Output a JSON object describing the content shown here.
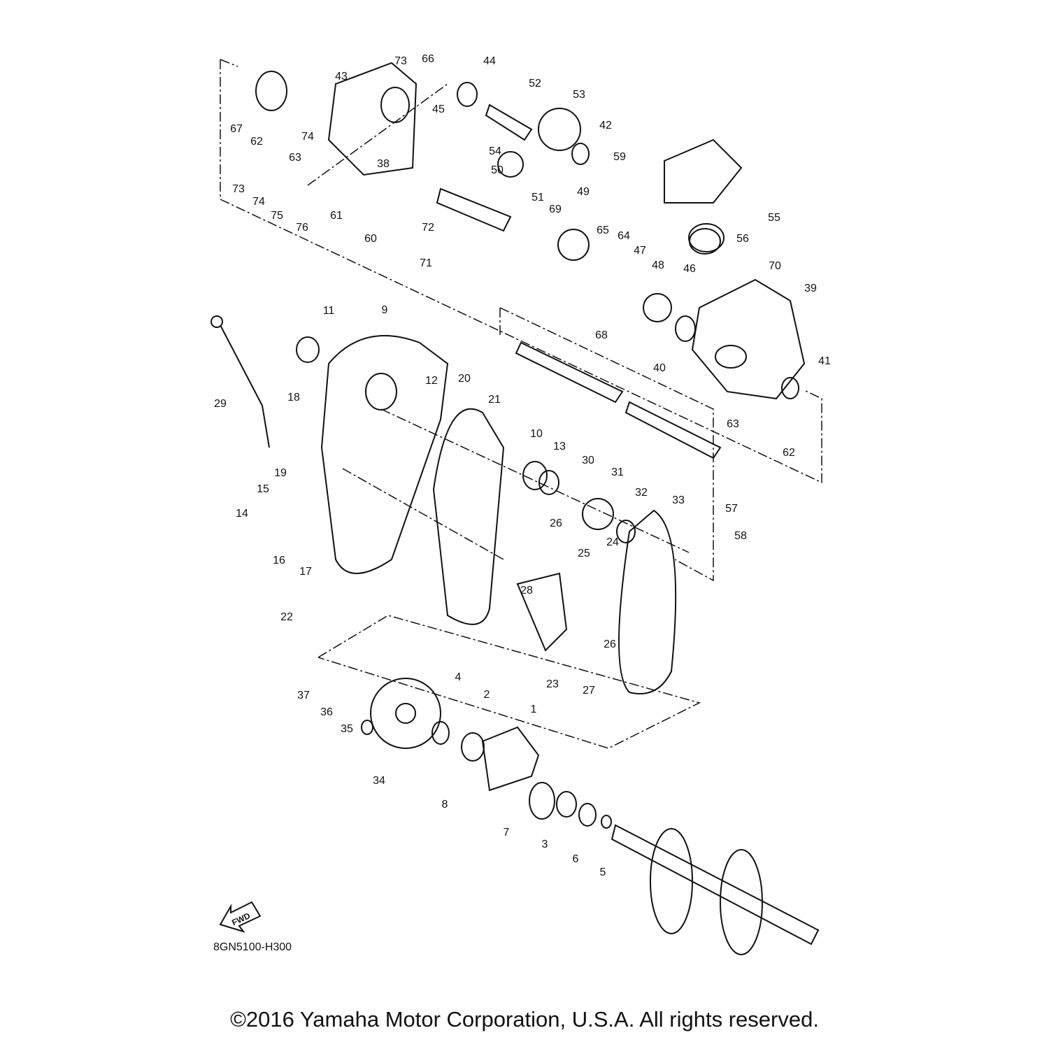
{
  "diagram": {
    "callouts": [
      "73",
      "66",
      "44",
      "43",
      "52",
      "53",
      "45",
      "42",
      "67",
      "62",
      "63",
      "74",
      "54",
      "38",
      "59",
      "73",
      "74",
      "75",
      "76",
      "61",
      "50",
      "51",
      "69",
      "49",
      "72",
      "60",
      "55",
      "65",
      "64",
      "56",
      "47",
      "48",
      "70",
      "46",
      "39",
      "71",
      "11",
      "9",
      "68",
      "40",
      "41",
      "29",
      "12",
      "20",
      "21",
      "18",
      "63",
      "62",
      "10",
      "13",
      "30",
      "31",
      "32",
      "33",
      "19",
      "15",
      "14",
      "16",
      "17",
      "57",
      "58",
      "26",
      "25",
      "24",
      "28",
      "26",
      "23",
      "27",
      "22",
      "4",
      "2",
      "1",
      "37",
      "36",
      "35",
      "34",
      "8",
      "7",
      "3",
      "6",
      "5"
    ],
    "fwd_label": "FWD",
    "diagram_code": "8GN5100-H300",
    "copyright": "©2016 Yamaha Motor Corporation, U.S.A. All rights reserved."
  }
}
